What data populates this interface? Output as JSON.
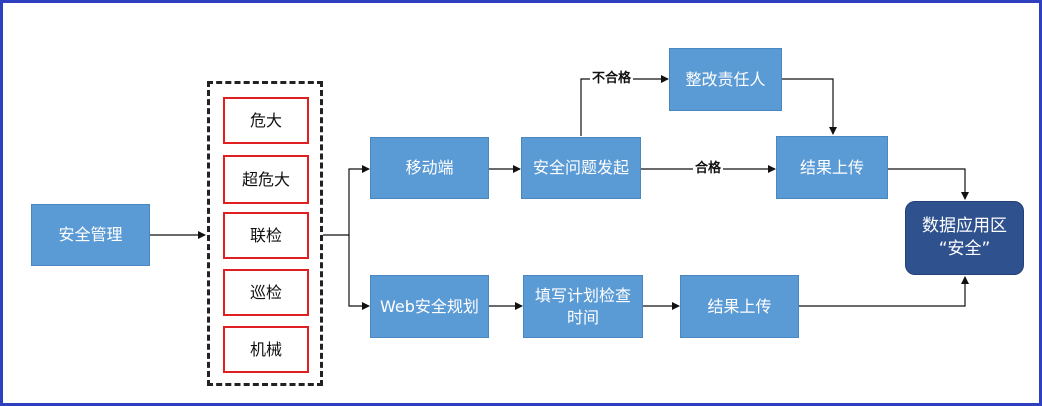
{
  "nodes": {
    "safety_mgmt": "安全管理",
    "risk_major": "危大",
    "risk_super_major": "超危大",
    "joint_inspection": "联检",
    "patrol_inspection": "巡检",
    "machinery": "机械",
    "mobile": "移动端",
    "issue_raise": "安全问题发起",
    "rectify_owner": "整改责任人",
    "result_upload_top": "结果上传",
    "web_plan": "Web安全规划",
    "fill_plan_line1": "填写计划检查",
    "fill_plan_line2": "时间",
    "result_upload_bottom": "结果上传",
    "data_zone_line1": "数据应用区",
    "data_zone_line2": "“安全”"
  },
  "edge_labels": {
    "fail": "不合格",
    "pass": "合格"
  },
  "colors": {
    "node_fill": "#5b9bd5",
    "final_node_fill": "#2f528f",
    "category_border": "#e02020",
    "frame_border": "#2e3fbf"
  }
}
